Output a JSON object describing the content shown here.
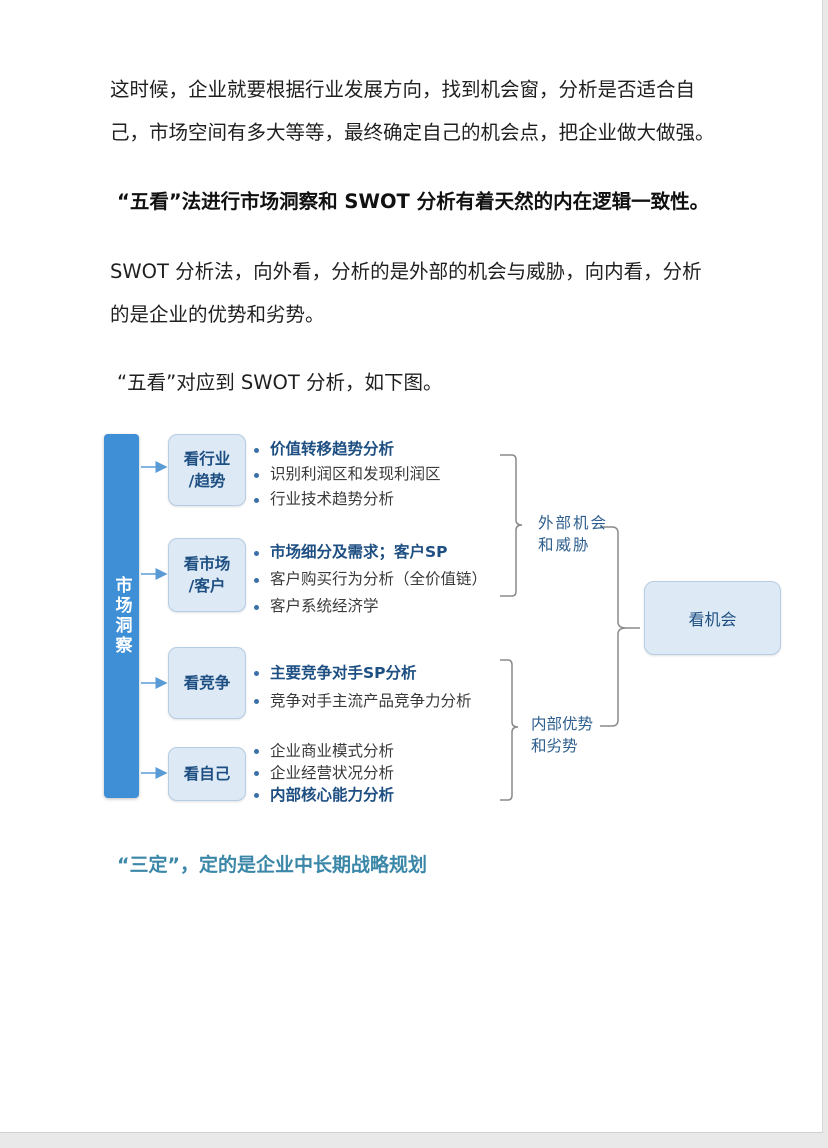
{
  "paragraphs": {
    "p1_line1": "这时候，企业就要根据行业发展方向，找到机会窗，分析是否适合自",
    "p1_line2": "己，市场空间有多大等等，最终确定自己的机会点，把企业做大做强。",
    "p2": "“五看”法进行市场洞察和 SWOT 分析有着天然的内在逻辑一致性。",
    "p3_line1": "SWOT 分析法，向外看，分析的是外部的机会与威胁，向内看，分析",
    "p3_line2": "的是企业的优势和劣势。",
    "p4": "“五看”对应到 SWOT 分析，如下图。"
  },
  "diagram": {
    "side_label": "市场洞察",
    "groups": [
      {
        "box": "看行业\n/趋势",
        "items": [
          {
            "text": "价值转移趋势分析",
            "bold": true
          },
          {
            "text": "识别利润区和发现利润区",
            "bold": false
          },
          {
            "text": "行业技术趋势分析",
            "bold": false
          }
        ]
      },
      {
        "box": "看市场\n/客户",
        "items": [
          {
            "text": "市场细分及需求；客户SP",
            "bold": true
          },
          {
            "text": "客户购买行为分析（全价值链）",
            "bold": false
          },
          {
            "text": "客户系统经济学",
            "bold": false
          }
        ]
      },
      {
        "box": "看竞争",
        "items": [
          {
            "text": "主要竞争对手SP分析",
            "bold": true
          },
          {
            "text": "竞争对手主流产品竞争力分析",
            "bold": false
          }
        ]
      },
      {
        "box": "看自己",
        "items": [
          {
            "text": "企业商业模式分析",
            "bold": false
          },
          {
            "text": "企业经营状况分析",
            "bold": false
          },
          {
            "text": "内部核心能力分析",
            "bold": true
          }
        ]
      }
    ],
    "external_label": "外部机会\n和威胁",
    "internal_label": "内部优势\n和劣势",
    "target": "看机会",
    "colors": {
      "bar": "#3e8fd6",
      "box_fill": "#dde9f5",
      "box_text": "#1e4f82",
      "line": "#8a8a8a"
    }
  },
  "section_heading": "“三定”，定的是企业中长期战略规划"
}
